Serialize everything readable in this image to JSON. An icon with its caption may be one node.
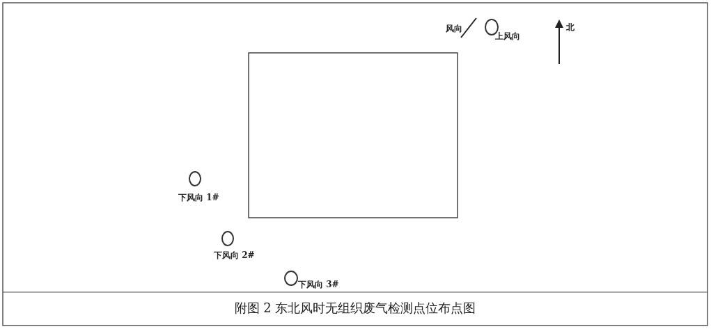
{
  "diagram": {
    "caption": "附图 2 东北风时无组织废气检测点位布点图",
    "nodes": [
      {
        "text": [],
        "shape": "circle",
        "beside": [
          "上风向"
        ]
      },
      {
        "text": [],
        "shape": "circle",
        "beside": [
          "下风向 1#"
        ]
      },
      {
        "text": [],
        "shape": "circle",
        "beside": [
          "下风向 2#"
        ]
      },
      {
        "text": [],
        "shape": "circle",
        "beside": [
          "下风向 3#"
        ]
      }
    ],
    "edges": [],
    "labels": [
      "风向",
      "北"
    ]
  }
}
